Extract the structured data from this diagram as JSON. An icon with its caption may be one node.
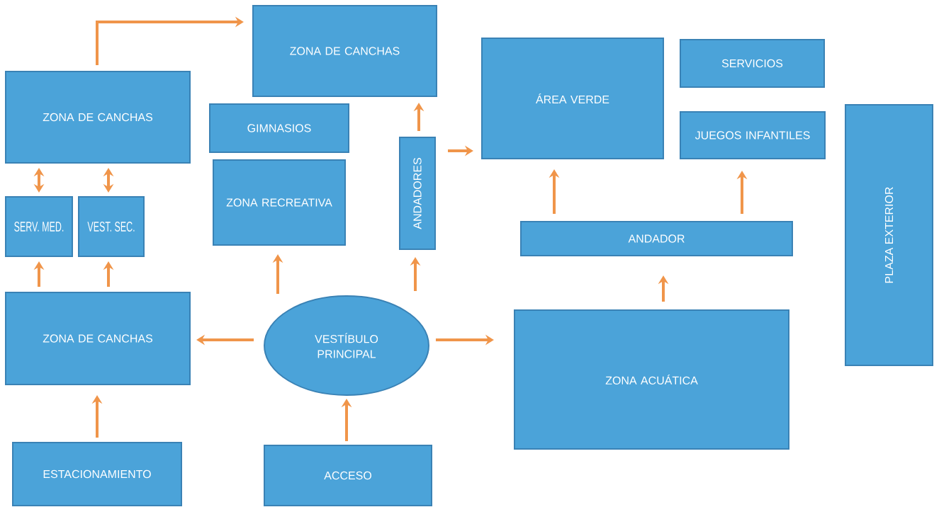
{
  "diagram": {
    "nodes": [
      {
        "text": [
          "ZONA DE CANCHAS"
        ]
      },
      {
        "text": [
          "ÁREA VERDE"
        ]
      },
      {
        "text": [
          "SERVICIOS"
        ]
      },
      {
        "text": [
          "ZONA DE CANCHAS"
        ]
      },
      {
        "text": [
          "GIMNASIOS"
        ]
      },
      {
        "text": [
          "JUEGOS INFANTILES"
        ]
      },
      {
        "text": [
          "PLAZA EXTERIOR"
        ]
      },
      {
        "text": [
          "ANDADORES"
        ]
      },
      {
        "text": [
          "ZONA RECREATIVA"
        ]
      },
      {
        "text": [
          "SERV. MED."
        ]
      },
      {
        "text": [
          "VEST. SEC."
        ]
      },
      {
        "text": [
          "ANDADOR"
        ]
      },
      {
        "text": [
          "ZONA DE CANCHAS"
        ]
      },
      {
        "text": [
          "VESTÍBULO PRINCIPAL"
        ]
      },
      {
        "text": [
          "ZONA ACUÁTICA"
        ]
      },
      {
        "text": [
          "ESTACIONAMIENTO"
        ]
      },
      {
        "text": [
          "ACCESO"
        ]
      }
    ],
    "edges": [
      {
        "from": 3,
        "to": 0,
        "arrow": "to"
      },
      {
        "from": 3,
        "to": 9,
        "arrow": "both"
      },
      {
        "from": 3,
        "to": 10,
        "arrow": "both"
      },
      {
        "from": 12,
        "to": 9,
        "arrow": "to"
      },
      {
        "from": 12,
        "to": 10,
        "arrow": "to"
      },
      {
        "from": 15,
        "to": 12,
        "arrow": "to"
      },
      {
        "from": 16,
        "to": 13,
        "arrow": "to"
      },
      {
        "from": 13,
        "to": 12,
        "arrow": "to"
      },
      {
        "from": 13,
        "to": 14,
        "arrow": "to"
      },
      {
        "from": 13,
        "to": 8,
        "arrow": "to"
      },
      {
        "from": 13,
        "to": 7,
        "arrow": "to"
      },
      {
        "from": 7,
        "to": 0,
        "arrow": "to"
      },
      {
        "from": 7,
        "to": 1,
        "arrow": "to"
      },
      {
        "from": 14,
        "to": 11,
        "arrow": "to"
      },
      {
        "from": 11,
        "to": 1,
        "arrow": "to"
      },
      {
        "from": 11,
        "to": 5,
        "arrow": "to"
      }
    ]
  }
}
